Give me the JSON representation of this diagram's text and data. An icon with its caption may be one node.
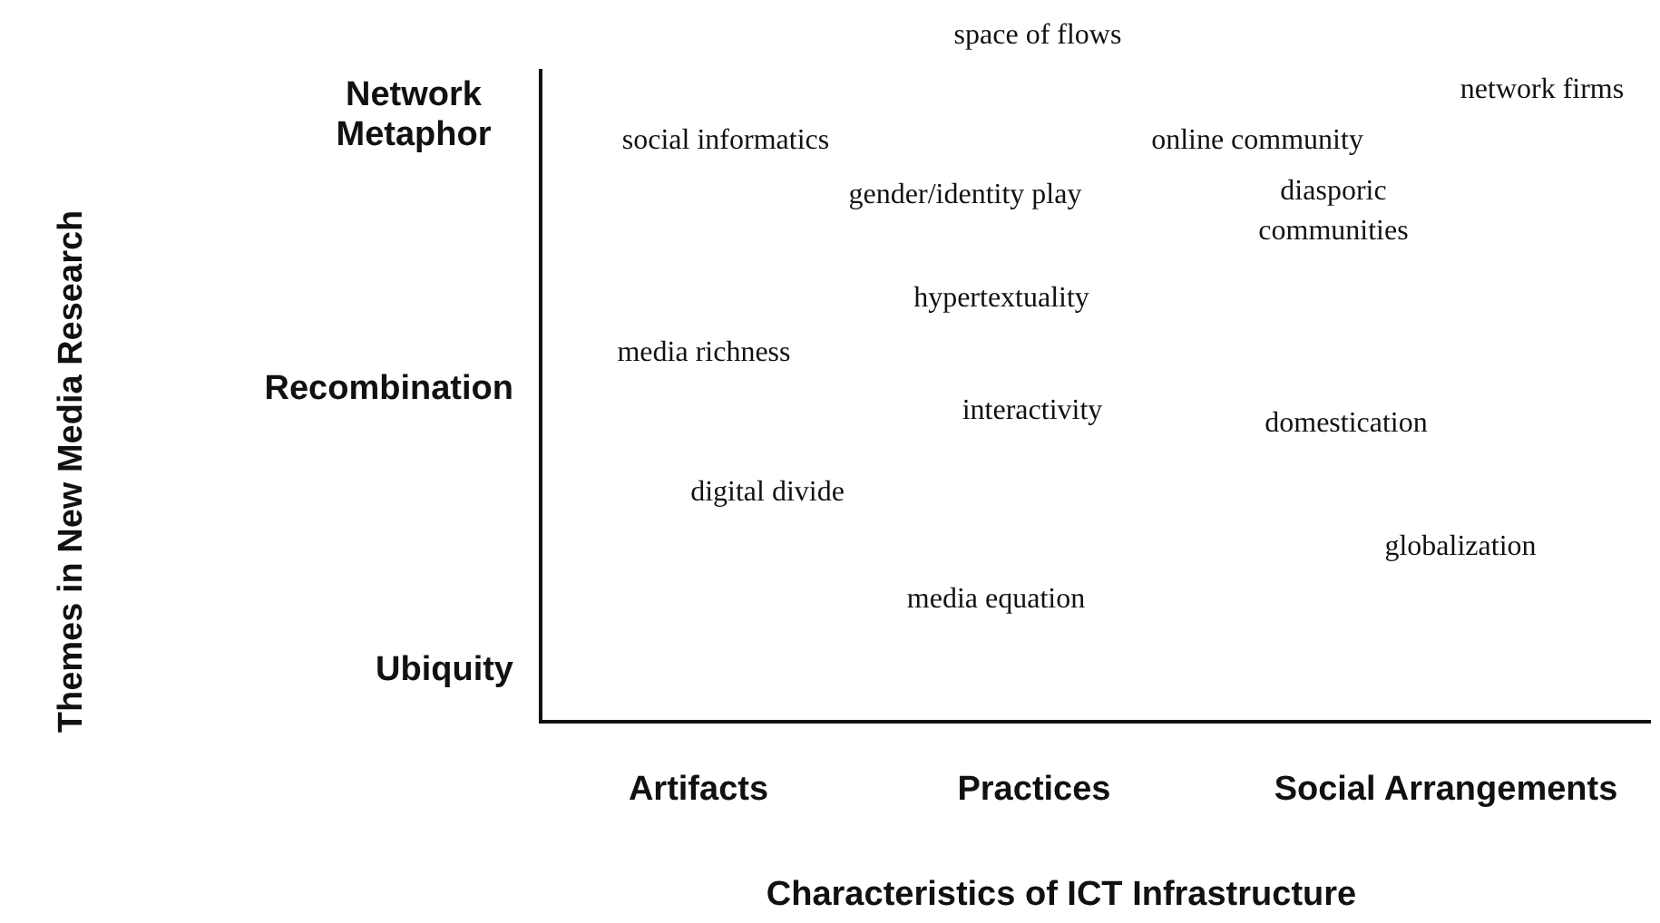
{
  "diagram": {
    "labels": [
      "Themes in New Media Research",
      "space of flows",
      "Network Metaphor",
      "network firms",
      "social informatics",
      "online community",
      "gender/identity play",
      "diasporic communities",
      "hypertextuality",
      "media richness",
      "Recombination",
      "interactivity",
      "domestication",
      "digital divide",
      "globalization",
      "media equation",
      "Ubiquity",
      "Artifacts",
      "Practices",
      "Social Arrangements",
      "Characteristics of ICT Infrastructure"
    ]
  }
}
